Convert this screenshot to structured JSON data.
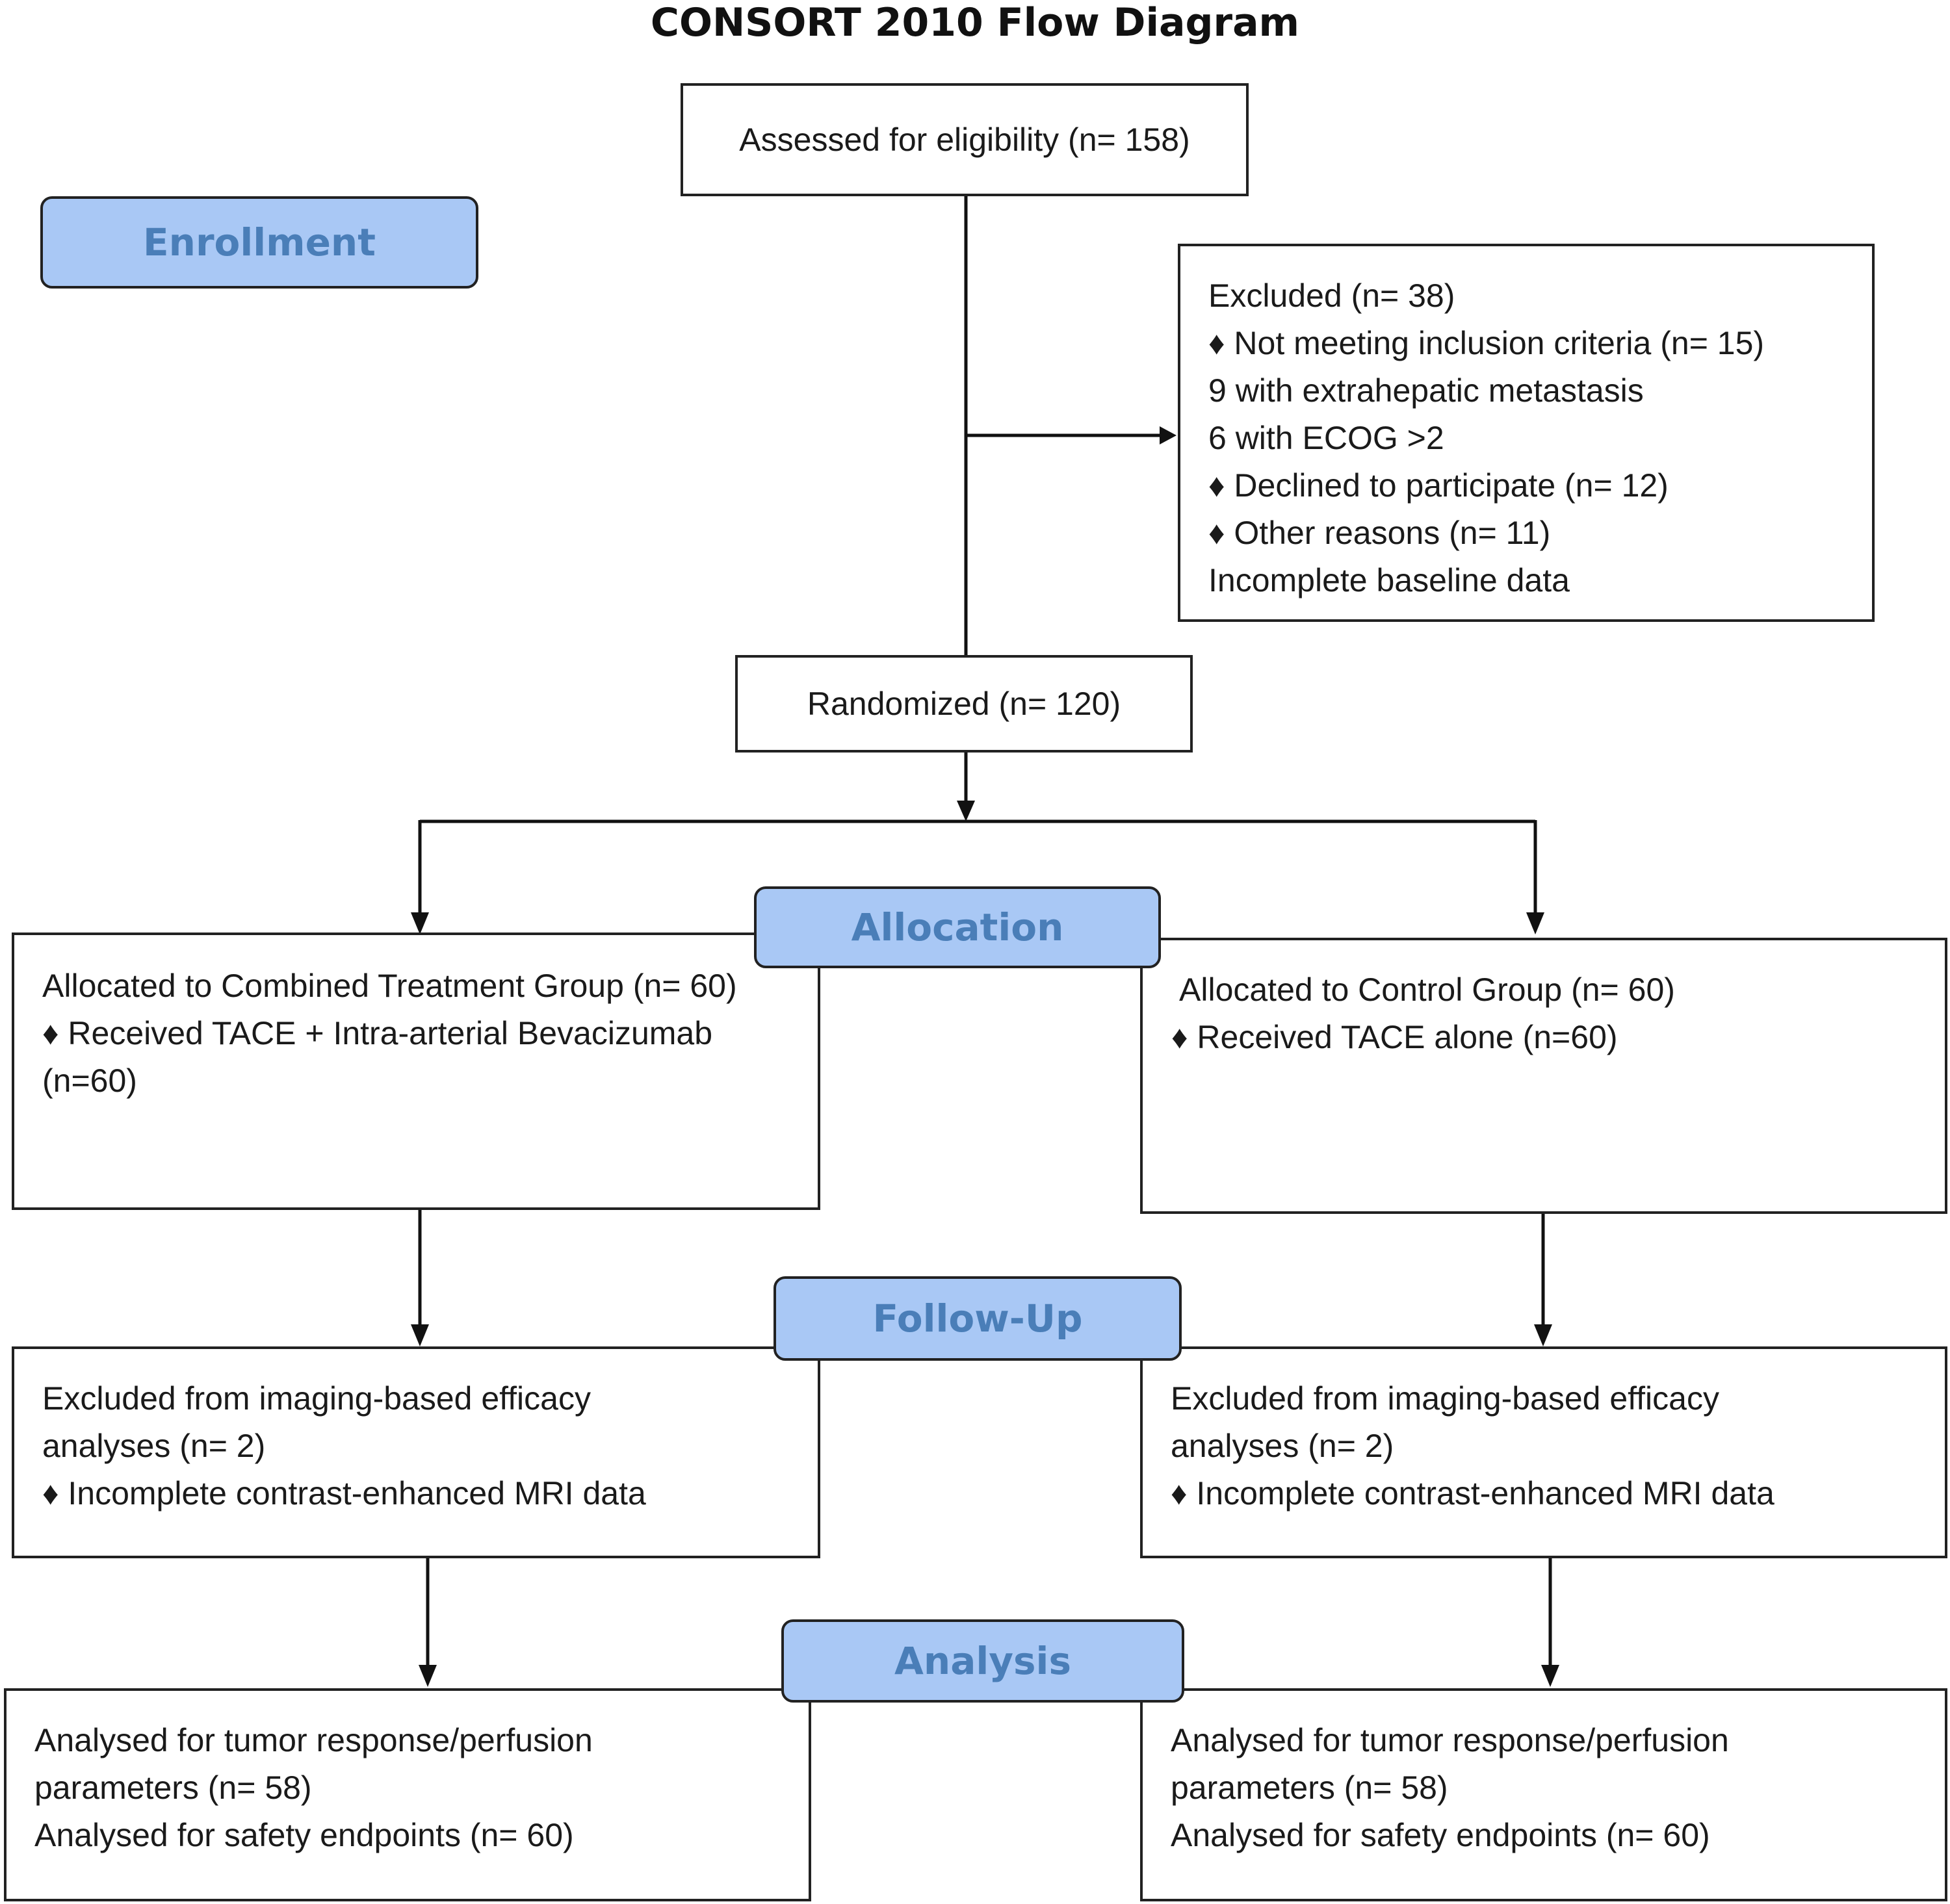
{
  "title": "CONSORT 2010 Flow Diagram",
  "stages": {
    "enrollment": "Enrollment",
    "allocation": "Allocation",
    "follow_up": "Follow-Up",
    "analysis": "Analysis"
  },
  "assessed": "Assessed for eligibility (n= 158)",
  "excluded": {
    "lines": [
      "Excluded (n= 38)",
      "♦ Not meeting inclusion criteria (n= 15)",
      "9 with extrahepatic metastasis",
      "6 with ECOG >2",
      "♦ Declined to participate (n= 12)",
      "♦ Other reasons (n= 11)",
      "Incomplete baseline data"
    ]
  },
  "randomized": "Randomized (n= 120)",
  "allocation": {
    "combined": {
      "lines": [
        "Allocated to Combined Treatment Group (n= 60)",
        "♦ Received TACE + Intra-arterial Bevacizumab (n=60)"
      ]
    },
    "control": {
      "lines": [
        "Allocated to Control Group (n= 60)",
        "♦ Received TACE alone (n=60)"
      ]
    }
  },
  "follow_up": {
    "combined": {
      "lines": [
        "Excluded from imaging-based efficacy analyses (n= 2)",
        "♦ Incomplete contrast-enhanced MRI data"
      ]
    },
    "control": {
      "lines": [
        "Excluded from imaging-based efficacy analyses (n= 2)",
        "♦ Incomplete contrast-enhanced MRI data"
      ]
    }
  },
  "analysis": {
    "combined": {
      "lines": [
        "Analysed for tumor response/perfusion parameters (n= 58)",
        "Analysed for safety endpoints (n= 60)"
      ]
    },
    "control": {
      "lines": [
        "Analysed for tumor response/perfusion parameters (n= 58)",
        "Analysed for safety endpoints (n= 60)"
      ]
    }
  }
}
